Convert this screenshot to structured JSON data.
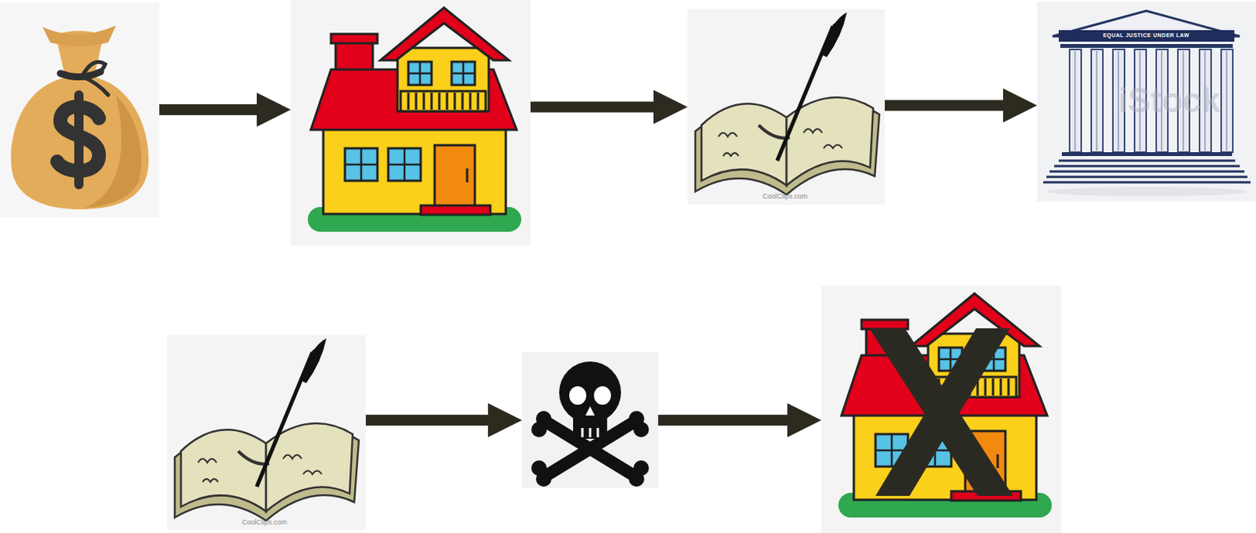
{
  "diagram": {
    "nodes": [
      {
        "text": []
      },
      {
        "text": []
      },
      {
        "text": [
          "CoolClips.com"
        ]
      },
      {
        "text": [
          "EQUAL JUSTICE UNDER LAW"
        ]
      },
      {
        "text": [
          "CoolClips.com"
        ]
      },
      {
        "text": []
      },
      {
        "text": []
      }
    ],
    "edges": [
      {
        "from": 0,
        "to": 1,
        "arrow": "to"
      },
      {
        "from": 1,
        "to": 2,
        "arrow": "to"
      },
      {
        "from": 2,
        "to": 3,
        "arrow": "to"
      },
      {
        "from": 4,
        "to": 5,
        "arrow": "to"
      },
      {
        "from": 5,
        "to": 6,
        "arrow": "to"
      }
    ],
    "labels": [
      "iStock"
    ]
  }
}
